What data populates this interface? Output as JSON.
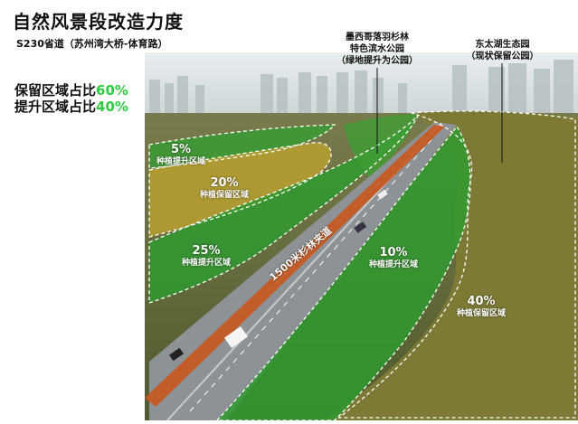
{
  "title": "自然风景段改造力度",
  "subtitle": "S230省道（苏州湾大桥-体育路）",
  "stats": [
    {
      "label": "保留区域占比",
      "value": "60%"
    },
    {
      "label": "提升区域占比",
      "value": "40%"
    }
  ],
  "callouts": [
    {
      "lines": [
        "墨西哥落羽杉林",
        "特色滨水公园",
        "（绿地提升为公园）"
      ]
    },
    {
      "lines": [
        "东太湖生态园",
        "（现状保留公园）"
      ]
    }
  ],
  "zones": [
    {
      "percent": "5%",
      "label": "种植提升区域"
    },
    {
      "percent": "20%",
      "label": "种植保留区域"
    },
    {
      "percent": "25%",
      "label": "种植提升区域"
    },
    {
      "percent": "10%",
      "label": "种植提升区域"
    },
    {
      "percent": "40%",
      "label": "种植保留区域"
    }
  ],
  "lane_label": "1500米杉林夹道",
  "colors": {
    "accent_green": "#2ecc40",
    "retained_zone": "#b8a030",
    "upgraded_zone": "#2f9a2f",
    "lane_orange": "#c8581e",
    "dashed_outline": "#ffffff"
  }
}
